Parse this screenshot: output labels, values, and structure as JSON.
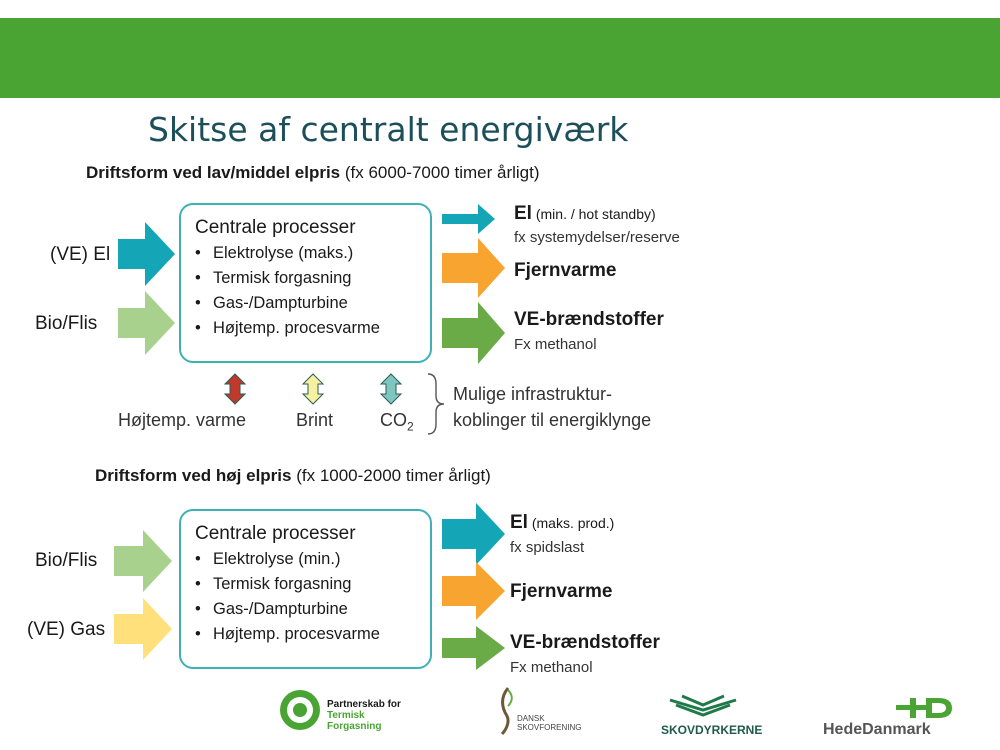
{
  "title": "Skitse af centralt energiværk",
  "mode1": {
    "heading_bold": "Driftsform ved lav/middel elpris",
    "heading_rest": " (fx 6000-7000 timer årligt)",
    "inputs": [
      "(VE) El",
      "Bio/Flis"
    ],
    "box_title": "Centrale processer",
    "processes": [
      "Elektrolyse  (maks.)",
      "Termisk forgasning",
      "Gas-/Dampturbine",
      "Højtemp. procesvarme"
    ],
    "outputs": [
      {
        "main": "El",
        "note": " (min. / hot standby)",
        "sub": "fx systemydelser/reserve"
      },
      {
        "main": "Fjernvarme",
        "note": "",
        "sub": ""
      },
      {
        "main": "VE-brændstoffer",
        "note": "",
        "sub": "Fx methanol"
      }
    ]
  },
  "infrastructure": {
    "items": [
      "Højtemp. varme",
      "Brint",
      "CO"
    ],
    "co2_subscript": "2",
    "note_line1": "Mulige infrastruktur-",
    "note_line2": "koblinger til energiklynge"
  },
  "mode2": {
    "heading_bold": "Driftsform ved høj elpris",
    "heading_rest": "  (fx 1000-2000 timer årligt)",
    "inputs": [
      "Bio/Flis",
      "(VE) Gas"
    ],
    "box_title": "Centrale processer",
    "processes": [
      "Elektrolyse  (min.)",
      "Termisk forgasning",
      "Gas-/Dampturbine",
      "Højtemp. procesvarme"
    ],
    "outputs": [
      {
        "main": "El",
        "note": " (maks. prod.)",
        "sub": "fx spidslast"
      },
      {
        "main": "Fjernvarme",
        "note": "",
        "sub": ""
      },
      {
        "main": "VE-brændstoffer",
        "note": "",
        "sub": "Fx methanol"
      }
    ]
  },
  "logos": {
    "ptf_line1": "Partnerskab for",
    "ptf_line2": "Termisk",
    "ptf_line3": "Forgasning",
    "dansk_line1": "DANSK",
    "dansk_line2": "SKOVFORENING",
    "skovdyrkerne": "SKOVDYRKERNE",
    "hededanmark": "HedeDanmark"
  },
  "colors": {
    "top_bar": "#4aa434",
    "title": "#1c4f5a",
    "box_border": "#3fb1b5",
    "arrow_el": "#14a6b6",
    "arrow_bio": "#a9d18e",
    "arrow_gas": "#ffe07a",
    "arrow_heat": "#f7a530",
    "arrow_fuel": "#6aaa47",
    "arrow_hightemp": "#c0392b",
    "arrow_brint": "#f6f0a0",
    "arrow_co2": "#7fc6c0"
  }
}
